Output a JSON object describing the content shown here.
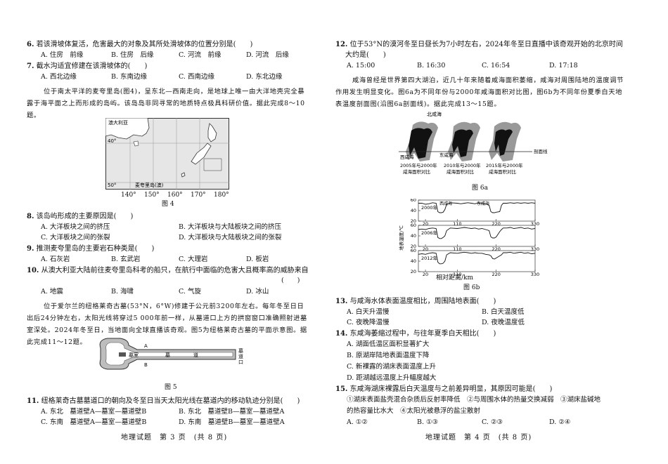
{
  "left": {
    "q6": {
      "num": "6.",
      "stem": "若该滑坡体复活，危害最大的对象及其所处滑坡体的位置分别是(　　)",
      "options": [
        "A. 住房　前缘",
        "B. 住房　后缘",
        "C. 河流　前缘",
        "D. 河流　后缘"
      ]
    },
    "q7": {
      "num": "7.",
      "stem": "截水沟适宜修建在该滑坡体的(　　)",
      "options": [
        "A. 西北边缘",
        "B. 东南边缘",
        "C. 西南边缘",
        "D. 东北边缘"
      ]
    },
    "intro1": "位于南太平洋的麦夸里岛(图4)，呈东北—西南走向，是地球上唯一由大洋地壳完全暴露于海平面之上而形成的岛屿。该岛岛非同寻常的地质特点极具科研价值。据此完成8～10题。",
    "map4": {
      "label_au": "澳大利亚",
      "label_island": "麦夸里岛(澳)",
      "lat_40": "40°",
      "lat_50": "50°",
      "ticks": [
        "140°",
        "150°",
        "160°",
        "170°",
        "180°"
      ],
      "caption": "图 4"
    },
    "q8": {
      "num": "8.",
      "stem": "该岛屿形成的主要原因是(　　)",
      "options": [
        "A. 大洋板块之间的挤压",
        "B. 大洋板块与大陆板块之间的挤压",
        "C. 大洋板块之间的张裂",
        "D. 大洋板块与大陆板块之间的张裂"
      ]
    },
    "q9": {
      "num": "9.",
      "stem": "推测麦夸里岛的主要岩石种类是(　　)",
      "options": [
        "A. 石灰岩",
        "B. 玄武岩",
        "C. 大理岩",
        "D. 板岩"
      ]
    },
    "q10": {
      "num": "10.",
      "stem": "从澳大利亚大陆前往麦夸里岛科考的船只，在航行中面临的危害大且概率高的威胁来自",
      "paren": "(　　)",
      "options": [
        "A. 地震",
        "B. 海啸",
        "C. 气旋",
        "D. 冰山"
      ]
    },
    "intro2": "位于爱尔兰的纽格莱奇古墓(53°N，6°W)修建于公元前3200年左右。每年冬至日日出后24分钟左右，太阳光线将穿过5 000年前一样，从墓道口上方的拱窗窗口准确照射进墓室深处。2024年冬至日，当地面向全球直播该奇观。图5为纽格莱奇古墓的平面示意图。据此完成11～12题。",
    "fig5": {
      "room": "墓室",
      "dao": "墓",
      "dao2": "道",
      "side_a": "A",
      "side_b": "B",
      "mouth": [
        "墓",
        "道",
        "口"
      ],
      "caption": "图 5"
    },
    "q11": {
      "num": "11.",
      "stem": "纽格莱奇古墓墓道口的朝向及冬至日当天太阳光线在墓道内的移动轨迹分别是(　　)",
      "options": [
        "A. 东北　墓道壁A—墓室—墓道壁B",
        "B. 东北　墓道壁B—墓室—墓道壁A",
        "C. 东南　墓道壁A—墓室—墓道壁B",
        "D. 东南　墓道壁B—墓室—墓道壁A"
      ]
    },
    "footer": "地理试题　第 3 页　(共 8 页)"
  },
  "right": {
    "q12": {
      "num": "12.",
      "stem": "位于53°N的漠河冬至日昼长为7小时左右，2024年冬至日直播中该奇观开始的北京时间",
      "stem2": "大约是(　　)",
      "options": [
        "A. 15:00",
        "B. 16:30",
        "C. 16:54",
        "D. 17:18"
      ]
    },
    "intro3": "咸海曾经是世界第四大湖泊，近几十年来随着咸海面积萎缩，咸海对周围陆地的温度调节作用发生明显变化。图6a为不同年份与2000年咸海面积对比图，图6b为不同年份夏季白天地表温度剖面图(沿图6a剖面线)。据此完成13～15题。",
    "fig6a": {
      "north": "北咸海",
      "west": "西咸海",
      "east": "东咸海",
      "profile": "剖面线",
      "labels": [
        [
          "2005年与2000年",
          "咸海面积对比"
        ],
        [
          "2010年与2000年",
          "咸海面积对比"
        ],
        [
          "2015年与2000年",
          "咸海面积对比"
        ]
      ],
      "caption": "图 6a"
    },
    "fig6b": {
      "ylabel": "地表温度/℃",
      "xlabel": "相对距离/km",
      "caption": "图 6b",
      "west_lbl": "西咸海",
      "east_lbl": "东咸海"
    },
    "q13": {
      "num": "13.",
      "stem": "与咸海水体表面温度相比，周围陆地表面(　　)",
      "options": [
        "A. 白天升温慢",
        "B. 白天温度低",
        "C. 夜晚降温慢",
        "D. 夜晚温度低"
      ]
    },
    "q14": {
      "num": "14.",
      "stem": "东咸海萎缩过程中，与往年夏季白天相比(　　)",
      "options": [
        "A. 湖面低温区面积显著扩大",
        "B. 原湖岸陆地表面温度下降",
        "C. 新裸露的湖床表面温度上升",
        "D. 距湖越远温度上升幅度越大"
      ]
    },
    "q15": {
      "num": "15.",
      "stem": "东咸海湖床裸露后白天温度与之前差异明显，其原因可能是(　　)",
      "lines": [
        "①湖床表面盐壳混合杂质后反射率降低　②与周围水体的热量交换减弱　③湖床盐碱地",
        "的热容量比水大　④太阳光被悬浮的盐尘散射"
      ],
      "options": [
        "A. ①②",
        "B. ①③",
        "C. ②③",
        "D. ②④"
      ]
    },
    "footer": "地理试题　第 4 页　(共 8 页)"
  },
  "chart_data": {
    "type": "line",
    "title": "",
    "xlabel": "相对距离/km",
    "ylabel": "地表温度/℃",
    "x_ticks": [
      20,
      110,
      220,
      330
    ],
    "y_ticks": [
      20,
      40,
      60
    ],
    "xlim": [
      0,
      330
    ],
    "ylim": [
      20,
      60
    ],
    "panels": [
      {
        "label": "2000年",
        "x": [
          0,
          10,
          20,
          30,
          40,
          50,
          55,
          60,
          65,
          70,
          75,
          80,
          90,
          110,
          120,
          130,
          140,
          150,
          160,
          170,
          180,
          190,
          200,
          205,
          210,
          215,
          220,
          230,
          235,
          240,
          250,
          260,
          270,
          280,
          290,
          300,
          310,
          320,
          330
        ],
        "y": [
          54,
          54,
          52,
          53,
          55,
          54,
          38,
          36,
          36,
          37,
          42,
          52,
          55,
          54,
          53,
          54,
          55,
          54,
          53,
          55,
          54,
          53,
          50,
          38,
          36,
          36,
          37,
          38,
          50,
          54,
          54,
          55,
          54,
          55,
          54,
          55,
          54,
          55,
          54
        ]
      },
      {
        "label": "2006年",
        "x": [
          0,
          10,
          20,
          30,
          40,
          50,
          55,
          60,
          65,
          70,
          75,
          80,
          90,
          110,
          120,
          130,
          140,
          150,
          160,
          170,
          180,
          190,
          200,
          205,
          210,
          215,
          220,
          230,
          235,
          240,
          250,
          260,
          270,
          280,
          290,
          300,
          310,
          320,
          330
        ],
        "y": [
          52,
          53,
          52,
          54,
          55,
          54,
          37,
          35,
          35,
          37,
          40,
          50,
          55,
          54,
          55,
          56,
          55,
          54,
          55,
          53,
          54,
          52,
          50,
          38,
          36,
          36,
          38,
          48,
          52,
          55,
          55,
          56,
          54,
          55,
          56,
          54,
          55,
          53,
          54
        ]
      },
      {
        "label": "2012年",
        "x": [
          0,
          10,
          20,
          30,
          40,
          50,
          55,
          60,
          65,
          70,
          75,
          80,
          90,
          110,
          120,
          130,
          140,
          150,
          160,
          170,
          180,
          190,
          200,
          205,
          210,
          215,
          220,
          230,
          235,
          240,
          250,
          260,
          270,
          280,
          290,
          300,
          310,
          320,
          330
        ],
        "y": [
          53,
          54,
          53,
          55,
          56,
          55,
          38,
          35,
          35,
          36,
          40,
          52,
          56,
          55,
          56,
          57,
          56,
          55,
          56,
          55,
          55,
          53,
          52,
          50,
          45,
          44,
          46,
          50,
          52,
          56,
          56,
          57,
          55,
          56,
          57,
          55,
          56,
          54,
          55
        ]
      }
    ]
  }
}
